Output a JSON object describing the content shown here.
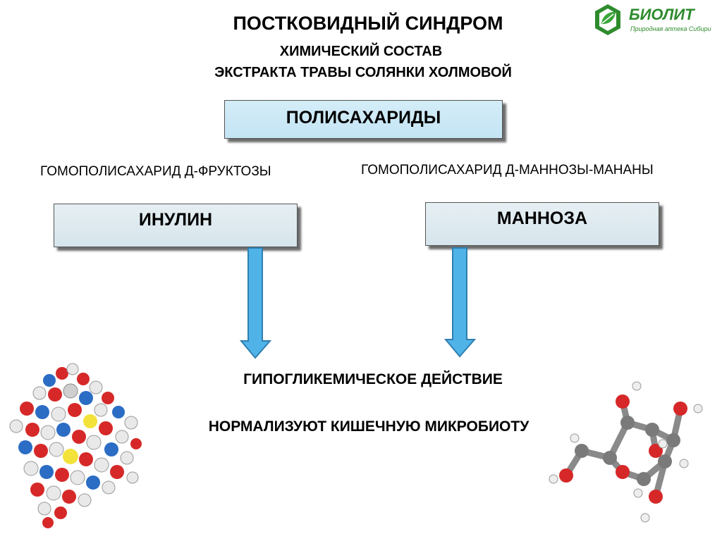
{
  "title": "ПОСТКОВИДНЫЙ СИНДРОМ",
  "subtitle_line1": "ХИМИЧЕСКИЙ СОСТАВ",
  "subtitle_line2": "ЭКСТРАКТА ТРАВЫ СОЛЯНКИ ХОЛМОВОЙ",
  "logo": {
    "name": "БИОЛИТ",
    "slogan": "Природная аптека Сибири",
    "color": "#2e8b2e"
  },
  "top_box": {
    "label": "ПОЛИСАХАРИДЫ"
  },
  "left_branch": {
    "caption": "ГОМОПОЛИСАХАРИД Д-ФРУКТОЗЫ",
    "box_label": "ИНУЛИН"
  },
  "right_branch": {
    "caption": "ГОМОПОЛИСАХАРИД Д-МАННОЗЫ-МАНАНЫ",
    "box_label": "МАННОЗА"
  },
  "effects": [
    "ГИПОГЛИКЕМИЧЕСКОЕ ДЕЙСТВИЕ",
    "НОРМАЛИЗУЮТ КИШЕЧНУЮ МИКРОБИОТУ"
  ],
  "colors": {
    "arrow": "#4fb3e8",
    "arrow_stroke": "#2f7fb0",
    "box_top": "#cce8f6",
    "box_branch": "#dde9ef"
  }
}
